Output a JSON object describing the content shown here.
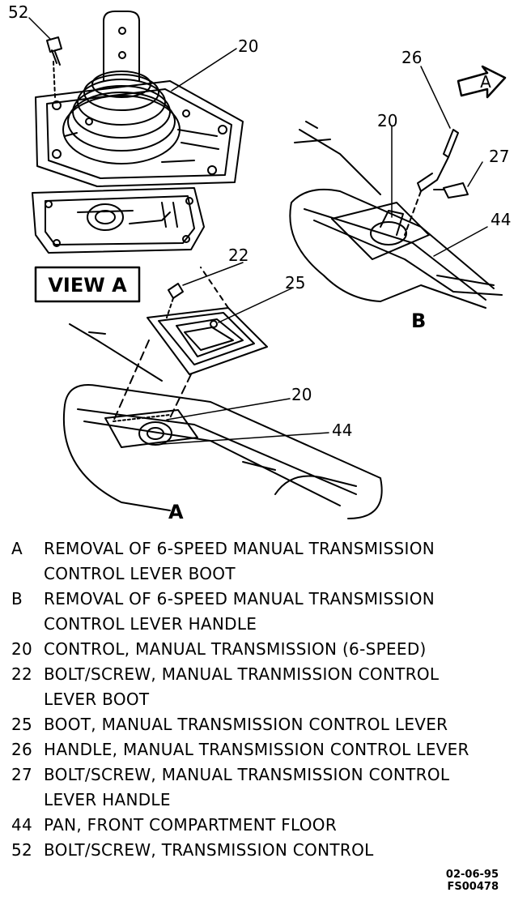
{
  "callouts": {
    "c52": "52",
    "c20_top": "20",
    "c26": "26",
    "c20_right": "20",
    "c27": "27",
    "c44_right": "44",
    "c22": "22",
    "c25": "25",
    "c20_mid": "20",
    "c44_mid": "44"
  },
  "view_a_label": "VIEW A",
  "arrow_label": "A",
  "section_labels": {
    "a": "A",
    "b": "B"
  },
  "legend": [
    {
      "key": "A",
      "lines": [
        "REMOVAL OF 6-SPEED MANUAL TRANSMISSION",
        "CONTROL LEVER BOOT"
      ]
    },
    {
      "key": "B",
      "lines": [
        "REMOVAL OF 6-SPEED MANUAL TRANSMISSION",
        "CONTROL LEVER HANDLE"
      ]
    },
    {
      "key": "20",
      "lines": [
        "CONTROL, MANUAL TRANSMISSION (6-SPEED)"
      ]
    },
    {
      "key": "22",
      "lines": [
        "BOLT/SCREW, MANUAL TRANMISSION CONTROL",
        "LEVER BOOT"
      ]
    },
    {
      "key": "25",
      "lines": [
        "BOOT, MANUAL TRANSMISSION CONTROL LEVER"
      ]
    },
    {
      "key": "26",
      "lines": [
        "HANDLE, MANUAL TRANSMISSION CONTROL LEVER"
      ]
    },
    {
      "key": "27",
      "lines": [
        "BOLT/SCREW, MANUAL TRANSMISSION CONTROL",
        "LEVER HANDLE"
      ]
    },
    {
      "key": "44",
      "lines": [
        "PAN, FRONT COMPARTMENT FLOOR"
      ]
    },
    {
      "key": "52",
      "lines": [
        "BOLT/SCREW, TRANSMISSION CONTROL"
      ]
    }
  ],
  "figure_ref": {
    "date": "02-06-95",
    "code": "FS00478"
  }
}
